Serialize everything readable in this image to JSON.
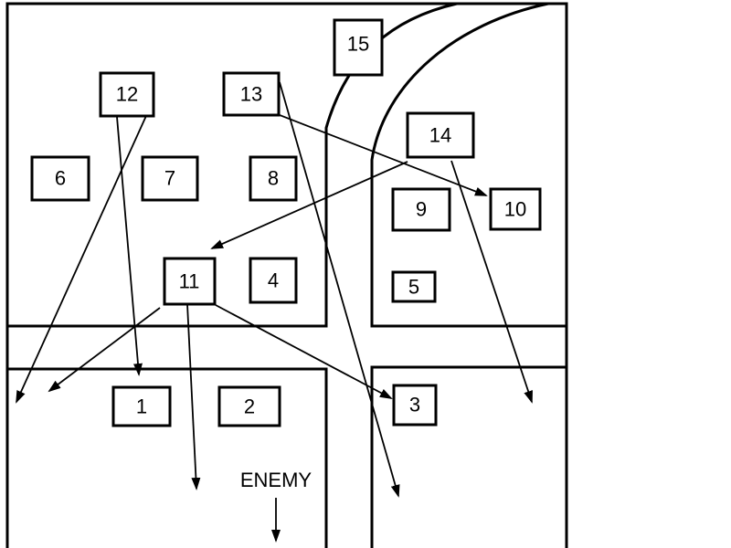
{
  "diagram": {
    "label_enemy": "ENEMY",
    "units": [
      {
        "id": "u1",
        "label": "1"
      },
      {
        "id": "u2",
        "label": "2"
      },
      {
        "id": "u3",
        "label": "3"
      },
      {
        "id": "u4",
        "label": "4"
      },
      {
        "id": "u5",
        "label": "5"
      },
      {
        "id": "u6",
        "label": "6"
      },
      {
        "id": "u7",
        "label": "7"
      },
      {
        "id": "u8",
        "label": "8"
      },
      {
        "id": "u9",
        "label": "9"
      },
      {
        "id": "u10",
        "label": "10"
      },
      {
        "id": "u11",
        "label": "11"
      },
      {
        "id": "u12",
        "label": "12"
      },
      {
        "id": "u13",
        "label": "13"
      },
      {
        "id": "u14",
        "label": "14"
      },
      {
        "id": "u15",
        "label": "15"
      }
    ],
    "colors": {
      "ink": "#000000",
      "paper": "#ffffff"
    }
  }
}
